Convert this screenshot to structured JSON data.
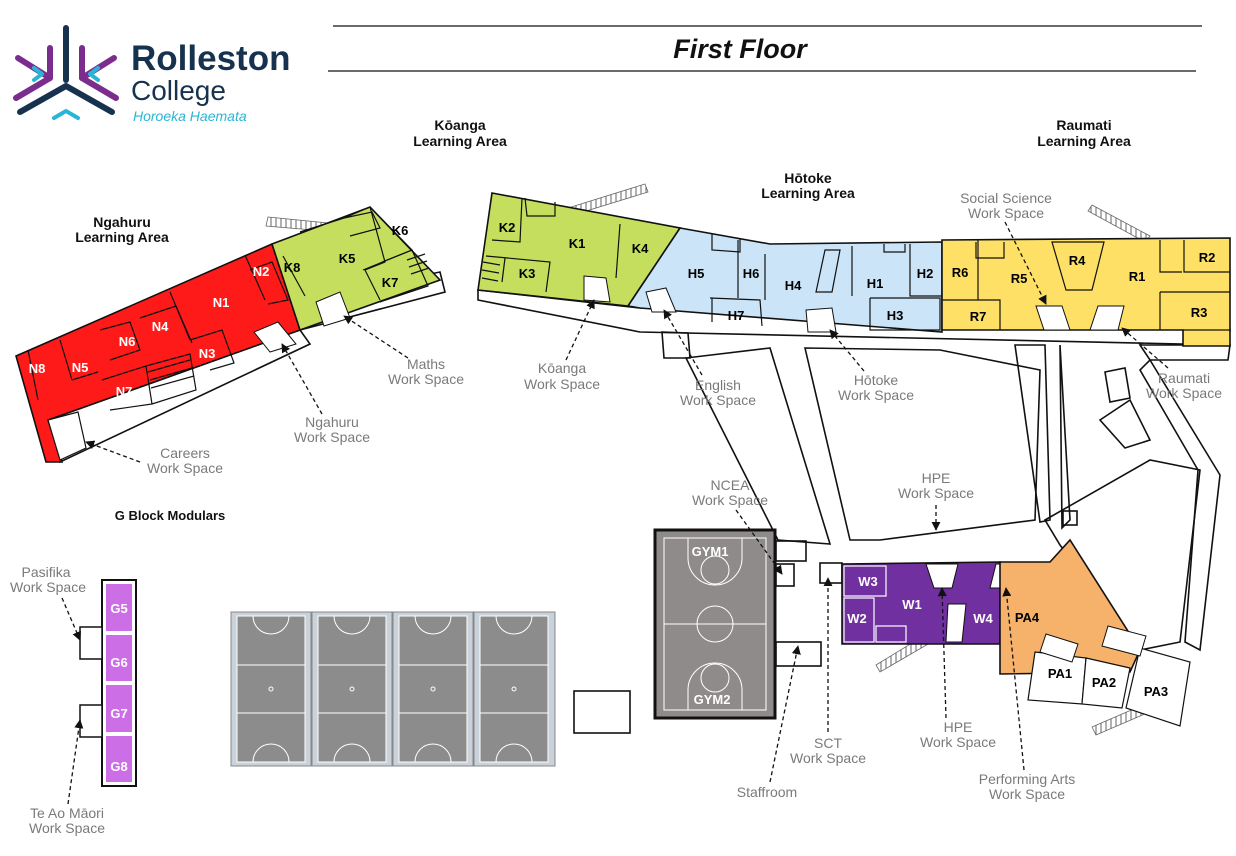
{
  "title": "First Floor",
  "logo": {
    "name_line1": "Rolleston",
    "name_line2": "College",
    "tagline": "Horoeka Haemata"
  },
  "colors": {
    "ngahuru": "#ff1a1a",
    "koanga": "#c6de5e",
    "hotoke": "#cce4f7",
    "raumati": "#fde065",
    "w_block": "#7030a0",
    "performing_arts": "#f6b26b",
    "g_block": "#cc6ee6",
    "gym": "#8f8b8b",
    "courts": "#8c8c8c",
    "logo_navy": "#17324f",
    "logo_purple": "#7b2d8e",
    "logo_cyan": "#29b6d6"
  },
  "learning_areas": {
    "ngahuru": [
      "Ngahuru",
      "Learning Area"
    ],
    "koanga": [
      "Kōanga",
      "Learning Area"
    ],
    "hotoke": [
      "Hōtoke",
      "Learning Area"
    ],
    "raumati": [
      "Raumati",
      "Learning Area"
    ],
    "g_block": "G Block Modulars"
  },
  "rooms": {
    "N1": "N1",
    "N2": "N2",
    "N3": "N3",
    "N4": "N4",
    "N5": "N5",
    "N6": "N6",
    "N7": "N7",
    "N8": "N8",
    "K1": "K1",
    "K2": "K2",
    "K3": "K3",
    "K4": "K4",
    "K5": "K5",
    "K6": "K6",
    "K7": "K7",
    "K8": "K8",
    "H1": "H1",
    "H2": "H2",
    "H3": "H3",
    "H4": "H4",
    "H5": "H5",
    "H6": "H6",
    "H7": "H7",
    "R1": "R1",
    "R2": "R2",
    "R3": "R3",
    "R4": "R4",
    "R5": "R5",
    "R6": "R6",
    "R7": "R7",
    "W1": "W1",
    "W2": "W2",
    "W3": "W3",
    "W4": "W4",
    "PA1": "PA1",
    "PA2": "PA2",
    "PA3": "PA3",
    "PA4": "PA4",
    "G5": "G5",
    "G6": "G6",
    "G7": "G7",
    "G8": "G8",
    "GYM1": "GYM1",
    "GYM2": "GYM2"
  },
  "work_spaces": {
    "social_science": [
      "Social Science",
      "Work Space"
    ],
    "maths": [
      "Maths",
      "Work Space"
    ],
    "koanga": [
      "Kōanga",
      "Work Space"
    ],
    "english": [
      "English",
      "Work Space"
    ],
    "hotoke": [
      "Hōtoke",
      "Work Space"
    ],
    "raumati": [
      "Raumati",
      "Work Space"
    ],
    "ngahuru": [
      "Ngahuru",
      "Work Space"
    ],
    "careers": [
      "Careers",
      "Work Space"
    ],
    "ncea": [
      "NCEA",
      "Work Space"
    ],
    "hpe_top": [
      "HPE",
      "Work Space"
    ],
    "hpe_bottom": [
      "HPE",
      "Work Space"
    ],
    "sct": [
      "SCT",
      "Work Space"
    ],
    "performing_arts": [
      "Performing Arts",
      "Work Space"
    ],
    "pasifika": [
      "Pasifika",
      "Work Space"
    ],
    "te_ao_maori": [
      "Te Ao Māori",
      "Work Space"
    ],
    "staffroom": "Staffroom"
  }
}
